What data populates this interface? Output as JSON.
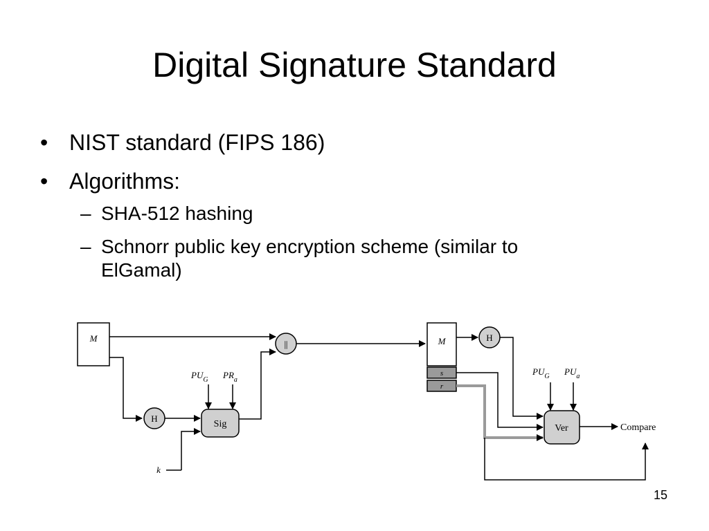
{
  "slide": {
    "title": "Digital Signature Standard",
    "bullets": [
      {
        "marker": "•",
        "text": "NIST standard (FIPS 186)"
      },
      {
        "marker": "•",
        "text": "Algorithms:"
      }
    ],
    "subbullets": [
      {
        "marker": "–",
        "text": "SHA-512 hashing"
      },
      {
        "marker": "–",
        "text": "Schnorr public key encryption scheme (similar to ElGamal)"
      }
    ],
    "page_number": "15"
  },
  "diagram": {
    "message_label": "M",
    "hash_label": "H",
    "concat_label": "||",
    "sign_label": "Sig",
    "verify_label": "Ver",
    "random_label": "k",
    "pu_g": "PU",
    "pu_g_sub": "G",
    "pr_a": "PR",
    "pr_a_sub": "a",
    "pu_g2": "PU",
    "pu_g2_sub": "G",
    "pu_a": "PU",
    "pu_a_sub": "a",
    "sig_s": "s",
    "sig_r": "r",
    "compare_label": "Compare",
    "colors": {
      "node_fill": "#d0d0d0",
      "sig_field_fill": "#9a9a9a",
      "line": "#000000"
    }
  }
}
